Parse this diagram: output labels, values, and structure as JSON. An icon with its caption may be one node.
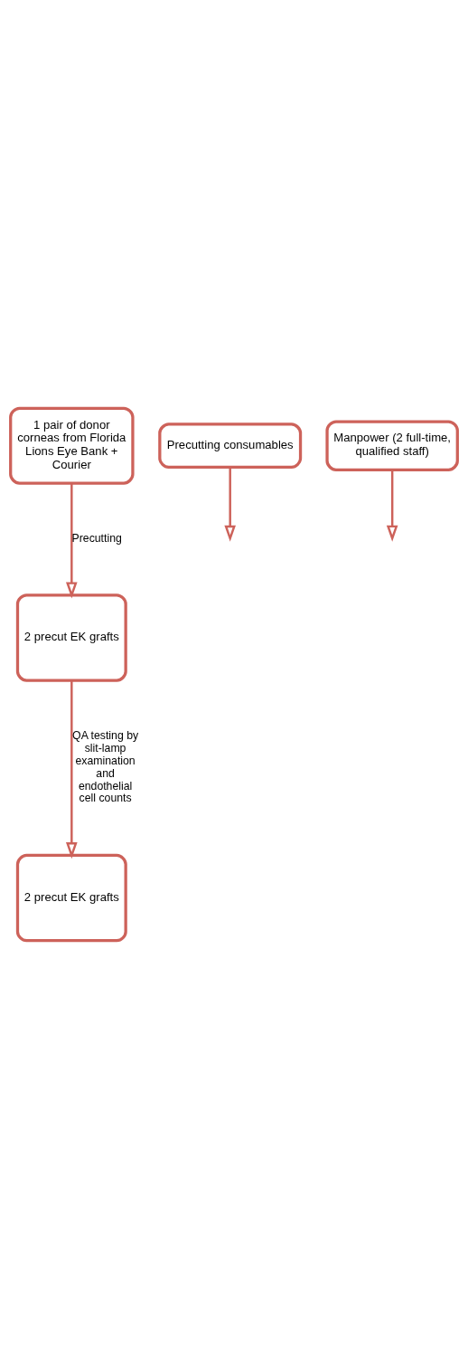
{
  "diagram": {
    "nodes": [
      {
        "text": [
          "1 pair of donor corneas from Florida Lions Eye Bank + Courier"
        ]
      },
      {
        "text": [
          "Precutting consumables"
        ]
      },
      {
        "text": [
          "Manpower (2 full-time, qualified staff)"
        ]
      },
      {
        "text": [
          "2 precut EK grafts"
        ]
      },
      {
        "text": [
          "2 precut EK grafts"
        ]
      }
    ],
    "edges": [
      {
        "from": 0,
        "to": 3,
        "arrow": "to",
        "label": "Precutting"
      },
      {
        "from": 1,
        "to": null,
        "arrow": "to"
      },
      {
        "from": 2,
        "to": null,
        "arrow": "to"
      },
      {
        "from": 3,
        "to": 4,
        "arrow": "to",
        "label": "QA testing by slit-lamp examination and endothelial cell counts"
      }
    ]
  }
}
